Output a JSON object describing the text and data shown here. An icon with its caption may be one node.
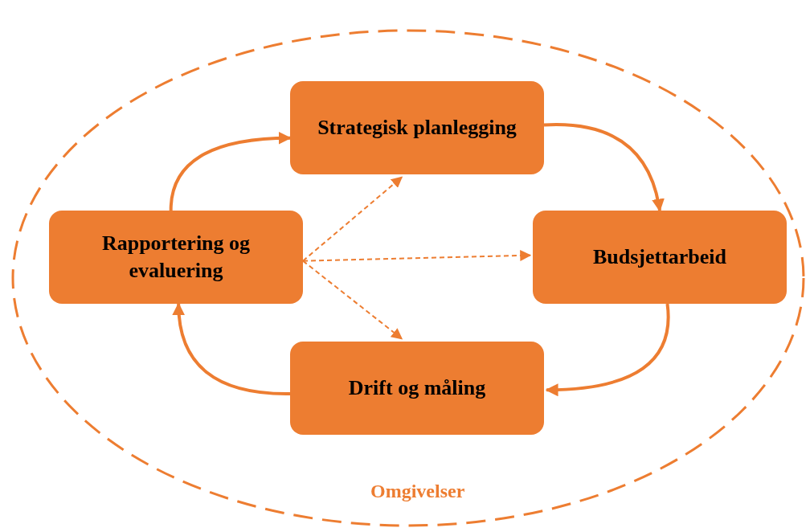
{
  "diagram": {
    "nodes": [
      {
        "text": [
          "Omgivelser"
        ]
      },
      {
        "text": [
          "Strategisk planlegging"
        ],
        "in": 0
      },
      {
        "text": [
          "Budsjettarbeid"
        ],
        "in": 0
      },
      {
        "text": [
          "Drift og måling"
        ],
        "in": 0
      },
      {
        "text": [
          "Rapportering og evaluering"
        ],
        "in": 0
      }
    ],
    "edges": [
      {
        "from": 1,
        "to": 2,
        "arrow": "to"
      },
      {
        "from": 2,
        "to": 3,
        "arrow": "to"
      },
      {
        "from": 3,
        "to": 4,
        "arrow": "to"
      },
      {
        "from": 4,
        "to": 1,
        "arrow": "to"
      },
      {
        "from": 4,
        "to": 1,
        "arrow": "to",
        "style": "dashed"
      },
      {
        "from": 4,
        "to": 2,
        "arrow": "to",
        "style": "dashed"
      },
      {
        "from": 4,
        "to": 3,
        "arrow": "to",
        "style": "dashed"
      }
    ]
  }
}
